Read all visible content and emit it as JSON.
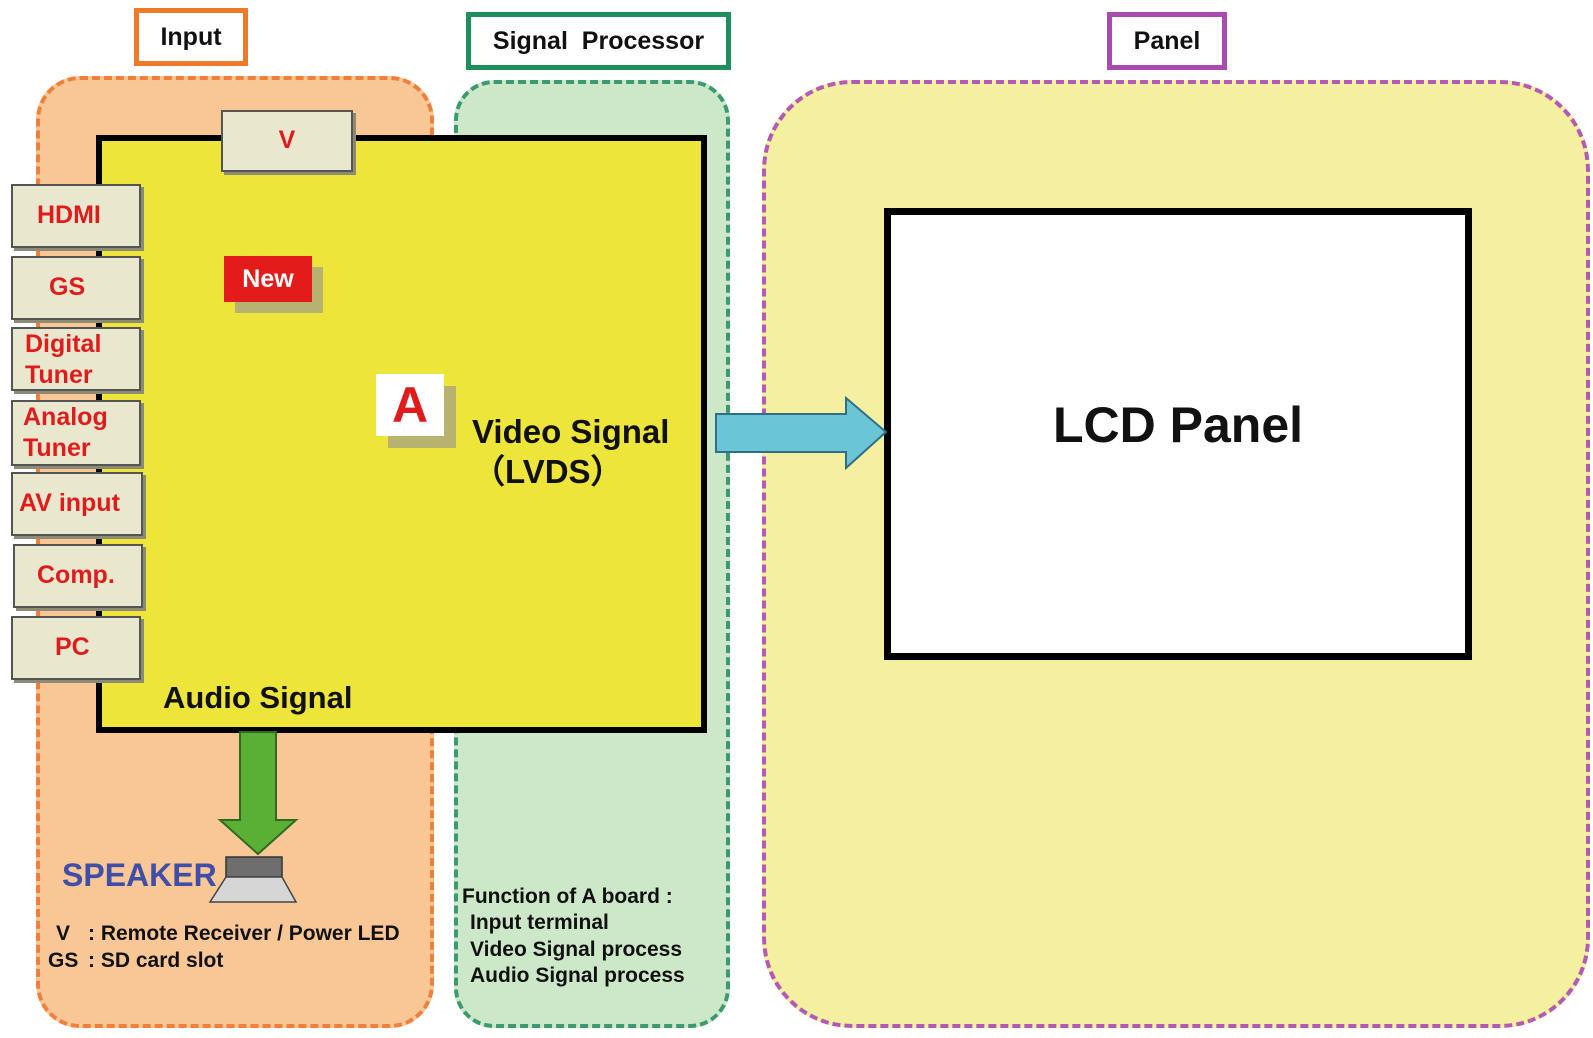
{
  "regions": {
    "input": {
      "label": "Input",
      "color": "#f07f3c",
      "fill": "#f9c696"
    },
    "signal": {
      "label": "Signal  Processor",
      "color": "#3c9b6e",
      "fill": "#cde8c8"
    },
    "panel": {
      "label": "Panel",
      "color": "#b45ab4",
      "fill": "#f4f0a0"
    }
  },
  "board": {
    "top_tab": "V",
    "new_badge": "New",
    "board_id": "A",
    "video_signal_line1": "Video Signal",
    "video_signal_line2": "（LVDS）",
    "audio_signal": "Audio Signal",
    "color": "#eee53a"
  },
  "connectors": [
    {
      "line1": "HDMI",
      "line2": ""
    },
    {
      "line1": "GS",
      "line2": ""
    },
    {
      "line1": "Digital",
      "line2": "Tuner"
    },
    {
      "line1": "Analog",
      "line2": "Tuner"
    },
    {
      "line1": "AV input",
      "line2": ""
    },
    {
      "line1": "Comp.",
      "line2": ""
    },
    {
      "line1": "PC",
      "line2": ""
    }
  ],
  "lcd": {
    "label": "LCD Panel"
  },
  "speaker": {
    "label": "SPEAKER"
  },
  "legend": {
    "v_key": "V",
    "v_desc": ": Remote Receiver / Power LED",
    "gs_key": "GS",
    "gs_desc": ": SD card slot"
  },
  "function_note": {
    "title": "Function of A board :",
    "items": [
      "Input terminal",
      "Video Signal process",
      "Audio Signal process"
    ]
  },
  "arrows": {
    "video_arrow_color": "#6ac6d6",
    "audio_arrow_color": "#5ab035"
  }
}
